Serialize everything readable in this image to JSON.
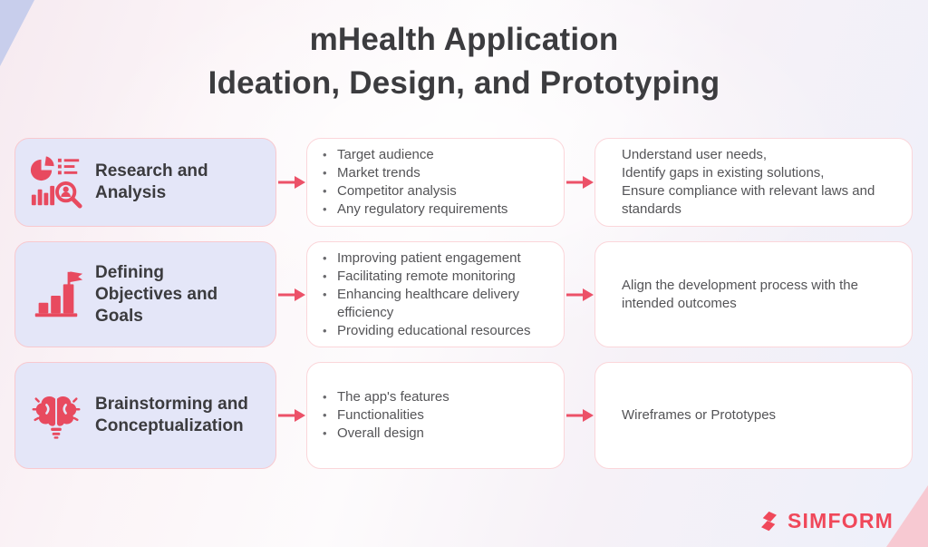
{
  "title": {
    "line1": "mHealth Application",
    "line2": "Ideation, Design, and Prototyping"
  },
  "rows": [
    {
      "stage": {
        "icon": "research-analysis-icon",
        "lines": [
          "Research and",
          "Analysis"
        ]
      },
      "details": [
        "Target audience",
        "Market trends",
        "Competitor analysis",
        "Any regulatory requirements"
      ],
      "outcome_lines": [
        "Understand user needs,",
        "Identify gaps in existing solutions,",
        "Ensure compliance with relevant laws and standards"
      ]
    },
    {
      "stage": {
        "icon": "objectives-goals-icon",
        "lines": [
          "Defining",
          "Objectives and",
          "Goals"
        ]
      },
      "details": [
        "Improving patient engagement",
        "Facilitating remote monitoring",
        "Enhancing healthcare delivery efficiency",
        "Providing educational resources"
      ],
      "outcome_lines": [
        "Align the development process with the intended outcomes"
      ]
    },
    {
      "stage": {
        "icon": "brainstorming-icon",
        "lines": [
          "Brainstorming and",
          "Conceptualization"
        ]
      },
      "details": [
        "The app's features",
        "Functionalities",
        "Overall design"
      ],
      "outcome_lines": [
        "Wireframes or Prototypes"
      ]
    }
  ],
  "logo": {
    "text": "SIMFORM"
  },
  "colors": {
    "accent_red": "#E84A5F",
    "arrow_red": "#EC5168",
    "stage_fill": "#E4E6F8",
    "stage_border": "#F8C9CF",
    "box_border": "#FBD6DA",
    "title_text": "#3C3C3F",
    "body_text": "#545457",
    "logo_red": "#F0485A",
    "corner_lavender": "#C8CEEC",
    "corner_pink": "#F7C9D2"
  }
}
